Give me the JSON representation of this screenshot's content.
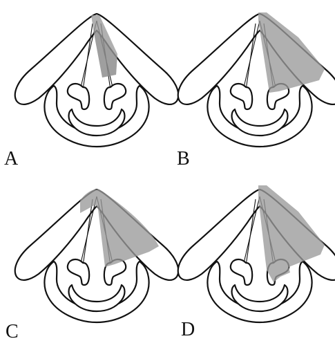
{
  "figure": {
    "panels": [
      {
        "id": "A",
        "label": "A",
        "shade": "vocal-fold-partial"
      },
      {
        "id": "B",
        "label": "B",
        "shade": "hemilarynx-to-arytenoid"
      },
      {
        "id": "C",
        "label": "C",
        "shade": "anterior-commissure-extended"
      },
      {
        "id": "D",
        "label": "D",
        "shade": "hemilarynx-including-arytenoid"
      }
    ],
    "colors": {
      "line": "#111111",
      "shade": "#9a9a9a",
      "background": "#ffffff"
    }
  }
}
